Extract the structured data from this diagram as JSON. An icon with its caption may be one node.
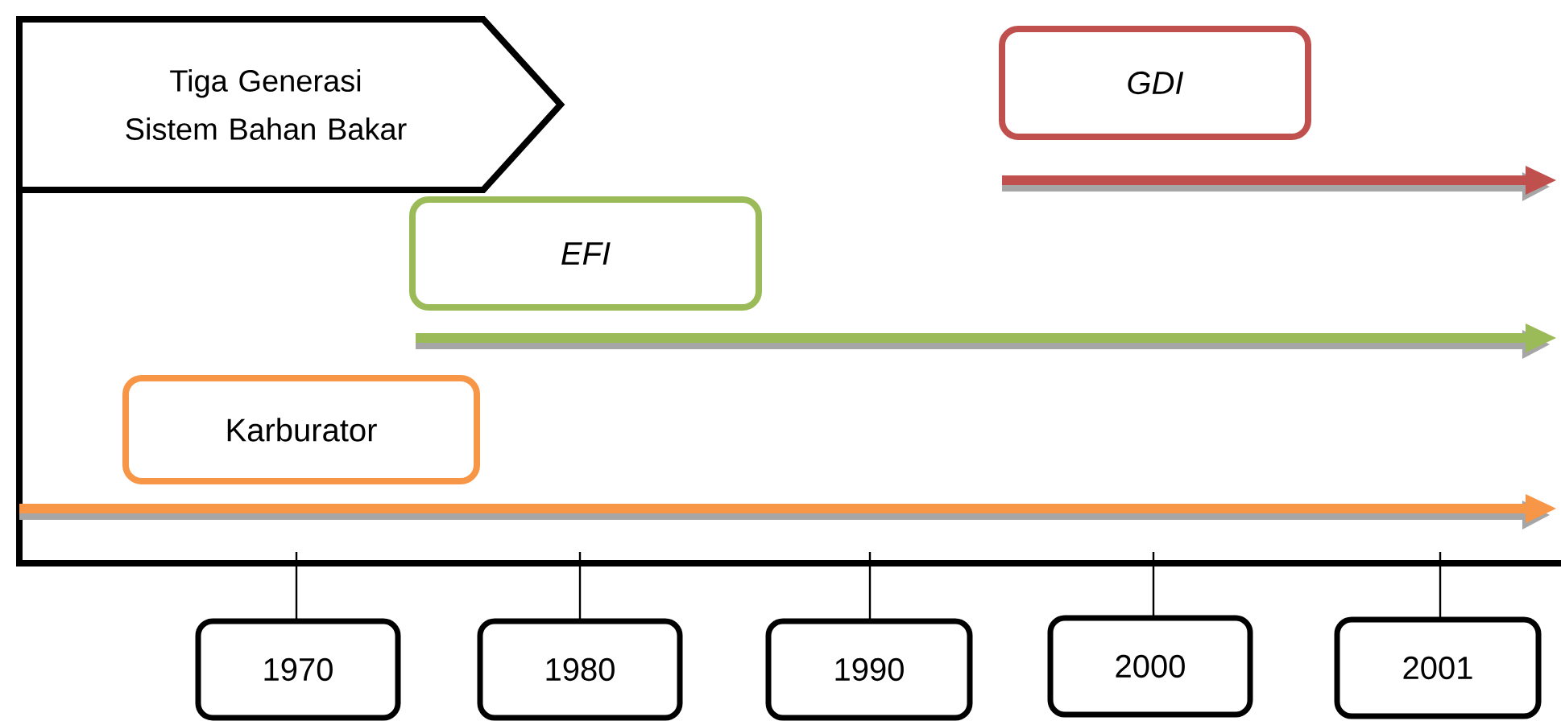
{
  "diagram": {
    "nodes": [
      {
        "text": [
          "Tiga Generasi Sistem Bahan Bakar"
        ]
      },
      {
        "text": [
          "*GDI*"
        ]
      },
      {
        "text": [
          "*EFI*"
        ]
      },
      {
        "text": [
          "Karburator"
        ]
      },
      {
        "text": [
          "1970"
        ]
      },
      {
        "text": [
          "1980"
        ]
      },
      {
        "text": [
          "1990"
        ]
      },
      {
        "text": [
          "2000"
        ]
      },
      {
        "text": [
          "2001"
        ]
      }
    ]
  }
}
